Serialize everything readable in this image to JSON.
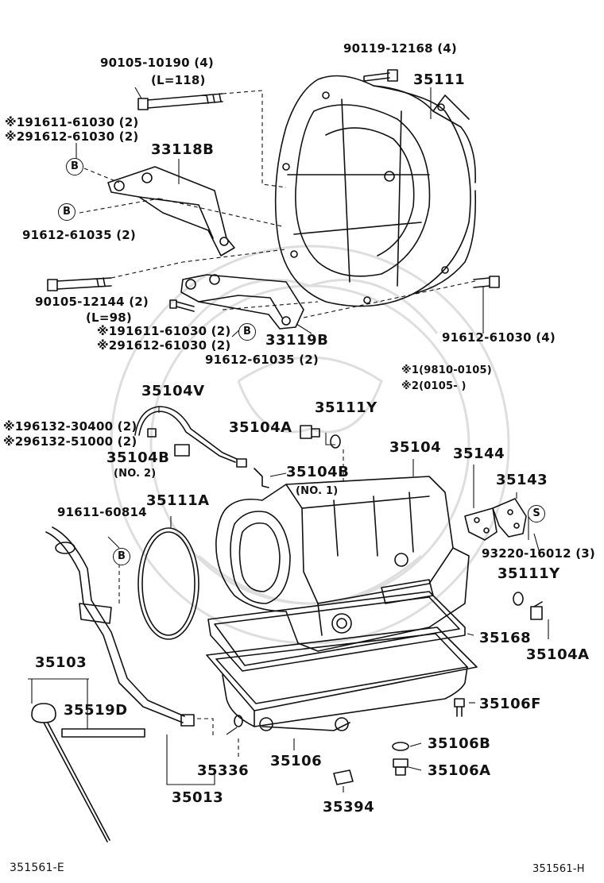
{
  "labels": {
    "p90119": "90119-12168 (4)",
    "p90105a": "90105-10190 (4)",
    "p90105a_note": "(L=118)",
    "p35111": "35111",
    "s1_191611": "※191611-61030 (2)",
    "s2_191612": "※291612-61030 (2)",
    "p33118b": "33118B",
    "p91612_a": "91612-61035 (2)",
    "p90105b": "90105-12144 (2)",
    "p90105b_note": "(L=98)",
    "s1_191611_b": "※191611-61030 (2)",
    "s2_191612_b": "※291612-61030 (2)",
    "p33119b": "33119B",
    "p91612_b": "91612-61035 (2)",
    "p91612_c": "91612-61030 (4)",
    "note1": "※1(9810-0105)",
    "note2": "※2(0105-      )",
    "p35104v": "35104V",
    "s1_196132": "※196132-30400 (2)",
    "s2_196132": "※296132-51000 (2)",
    "p35104a_top": "35104A",
    "p35111y_top": "35111Y",
    "p35104b_left": "35104B",
    "p35104b_left_note": "(NO. 2)",
    "p35104b_right": "35104B",
    "p35104b_right_note": "(NO. 1)",
    "p35104": "35104",
    "p35144": "35144",
    "p35143": "35143",
    "p91611": "91611-60814",
    "p35111a": "35111A",
    "p93220": "93220-16012 (3)",
    "p35111y_right": "35111Y",
    "p35104a_right": "35104A",
    "p35168": "35168",
    "p35103": "35103",
    "p35519d": "35519D",
    "p35106f": "35106F",
    "p35106b": "35106B",
    "p35106a": "35106A",
    "p35336": "35336",
    "p35106": "35106",
    "p35013": "35013",
    "p35394": "35394",
    "footer_left": "351561-E",
    "footer_right": "351561-H"
  },
  "markers": {
    "b": "B",
    "s": "S"
  },
  "colors": {
    "ink": "#111111",
    "watermark": "#d9d9d9",
    "background": "#ffffff"
  }
}
